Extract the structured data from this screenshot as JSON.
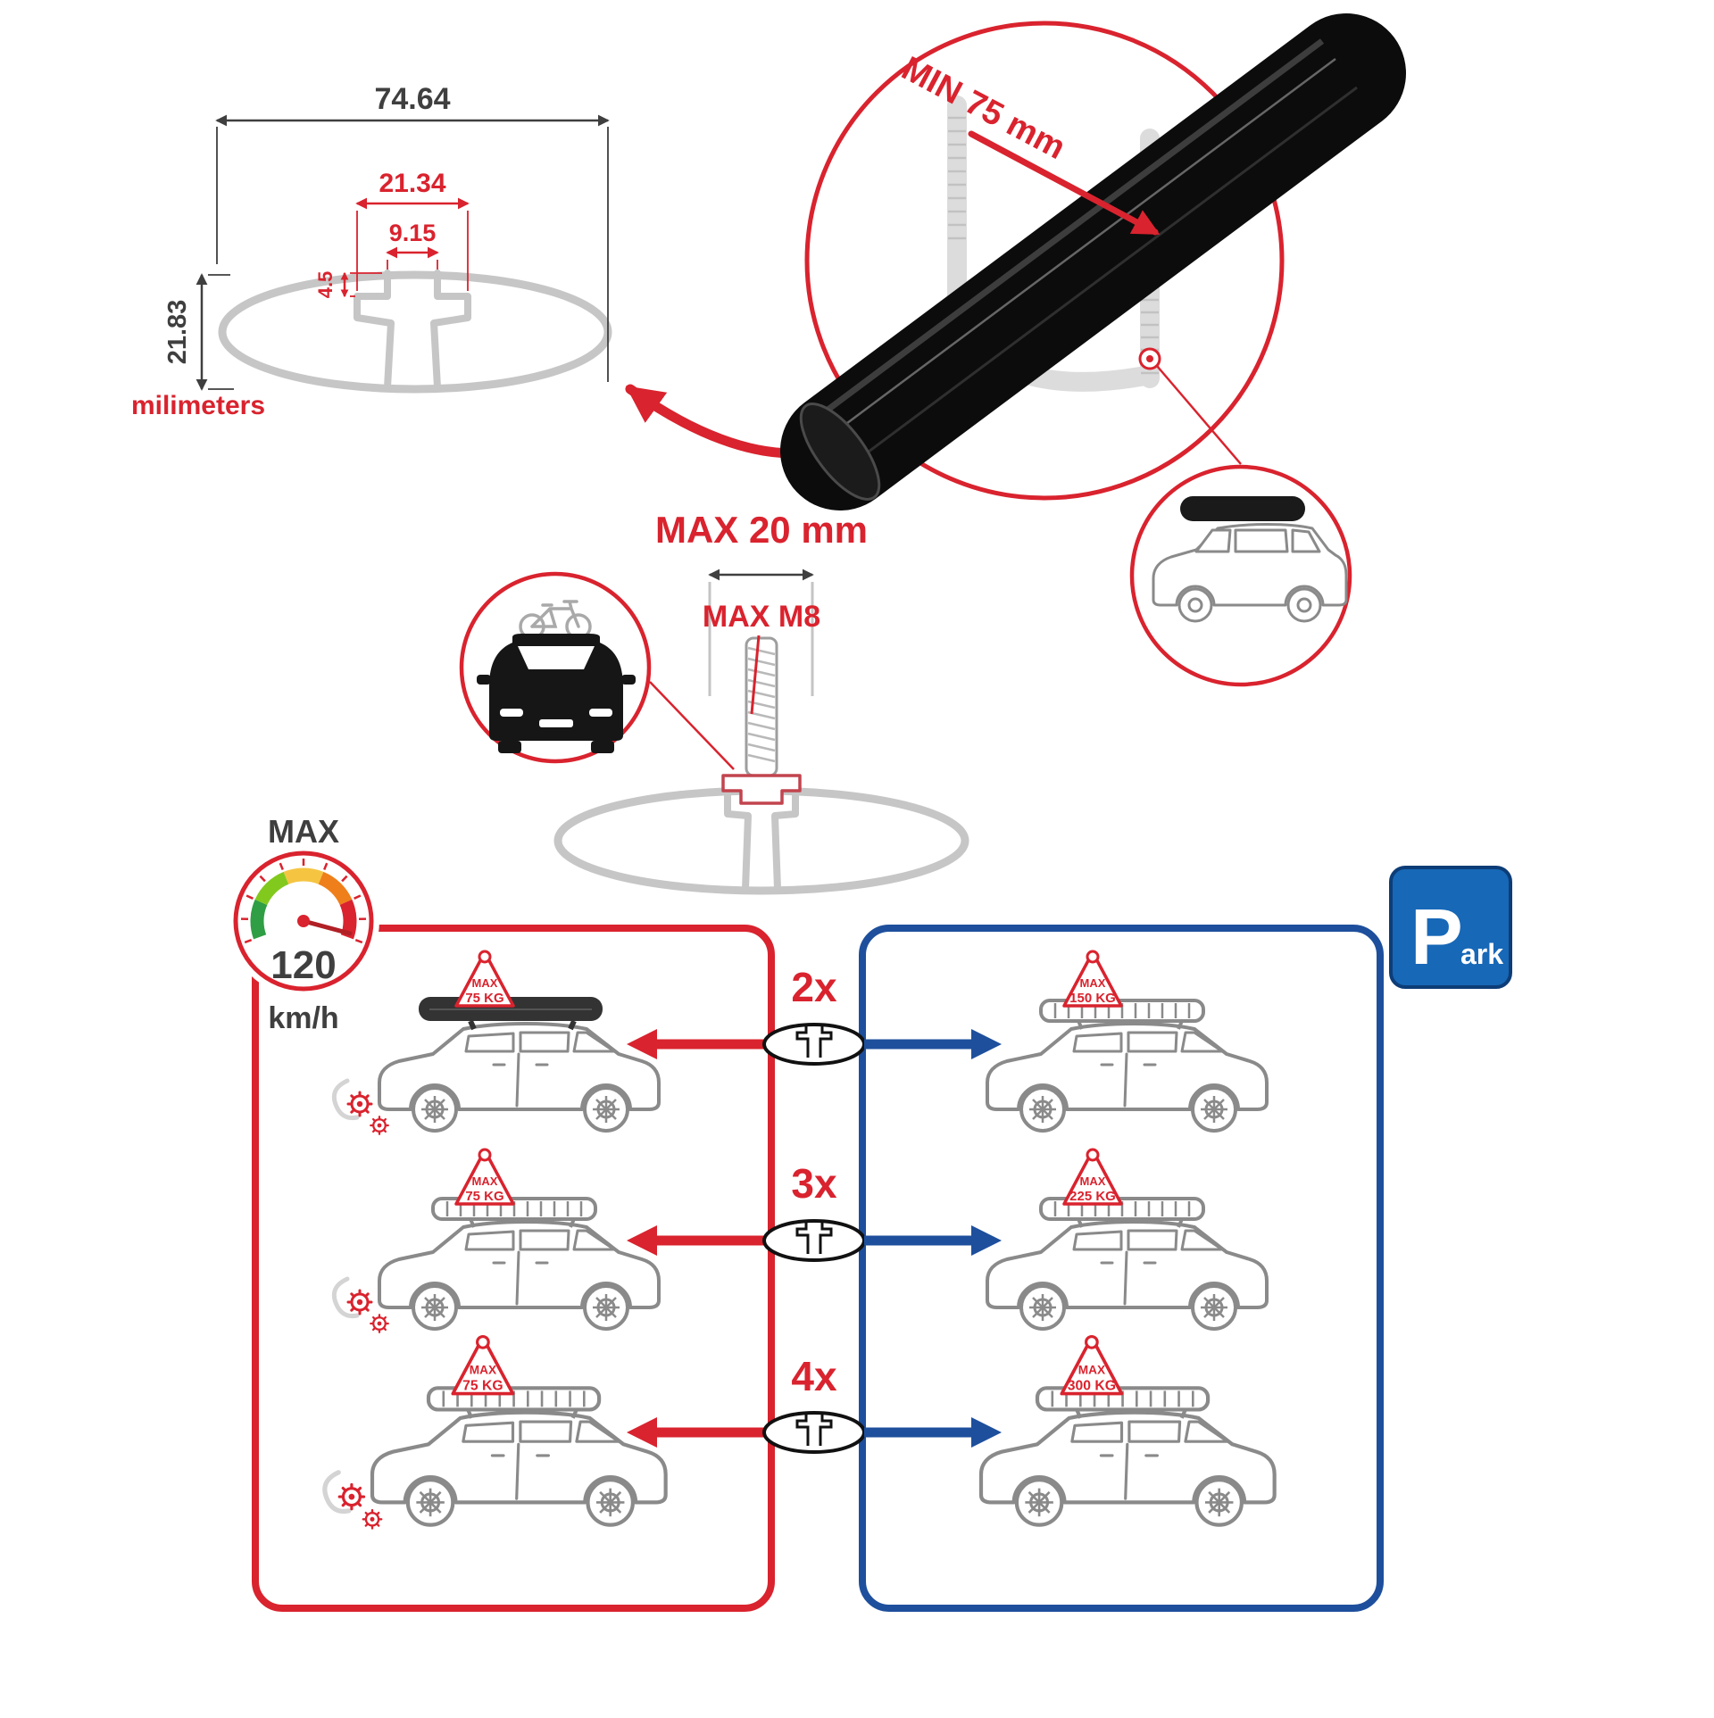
{
  "colors": {
    "accent_red": "#d9232e",
    "accent_blue": "#1e4f9c",
    "park_blue": "#1768b7",
    "profile_gray": "#c6c6c6",
    "bar_black": "#0c0c0c"
  },
  "dimension_diagram": {
    "width_total": "74.64",
    "width_outer": "21.34",
    "width_inner": "9.15",
    "lip_depth": "4.5",
    "height": "21.83",
    "unit_label": "milimeters"
  },
  "bar_detail": {
    "min_span_label": "MIN 75 mm"
  },
  "clamp_diagram": {
    "max_width_label": "MAX 20 mm",
    "max_bolt_label": "MAX M8"
  },
  "speed_gauge": {
    "title": "MAX",
    "value": "120",
    "unit": "km/h"
  },
  "park_sign": {
    "letter": "P",
    "rest": "ark"
  },
  "connector": {
    "rows": [
      {
        "count": "2x"
      },
      {
        "count": "3x"
      },
      {
        "count": "4x"
      }
    ]
  },
  "left_panel": {
    "cars": [
      {
        "tag_line1": "MAX",
        "tag_line2": "75 KG"
      },
      {
        "tag_line1": "MAX",
        "tag_line2": "75 KG"
      },
      {
        "tag_line1": "MAX",
        "tag_line2": "75 KG"
      }
    ]
  },
  "right_panel": {
    "cars": [
      {
        "tag_line1": "MAX",
        "tag_line2": "150 KG"
      },
      {
        "tag_line1": "MAX",
        "tag_line2": "225 KG"
      },
      {
        "tag_line1": "MAX",
        "tag_line2": "300 KG"
      }
    ]
  }
}
